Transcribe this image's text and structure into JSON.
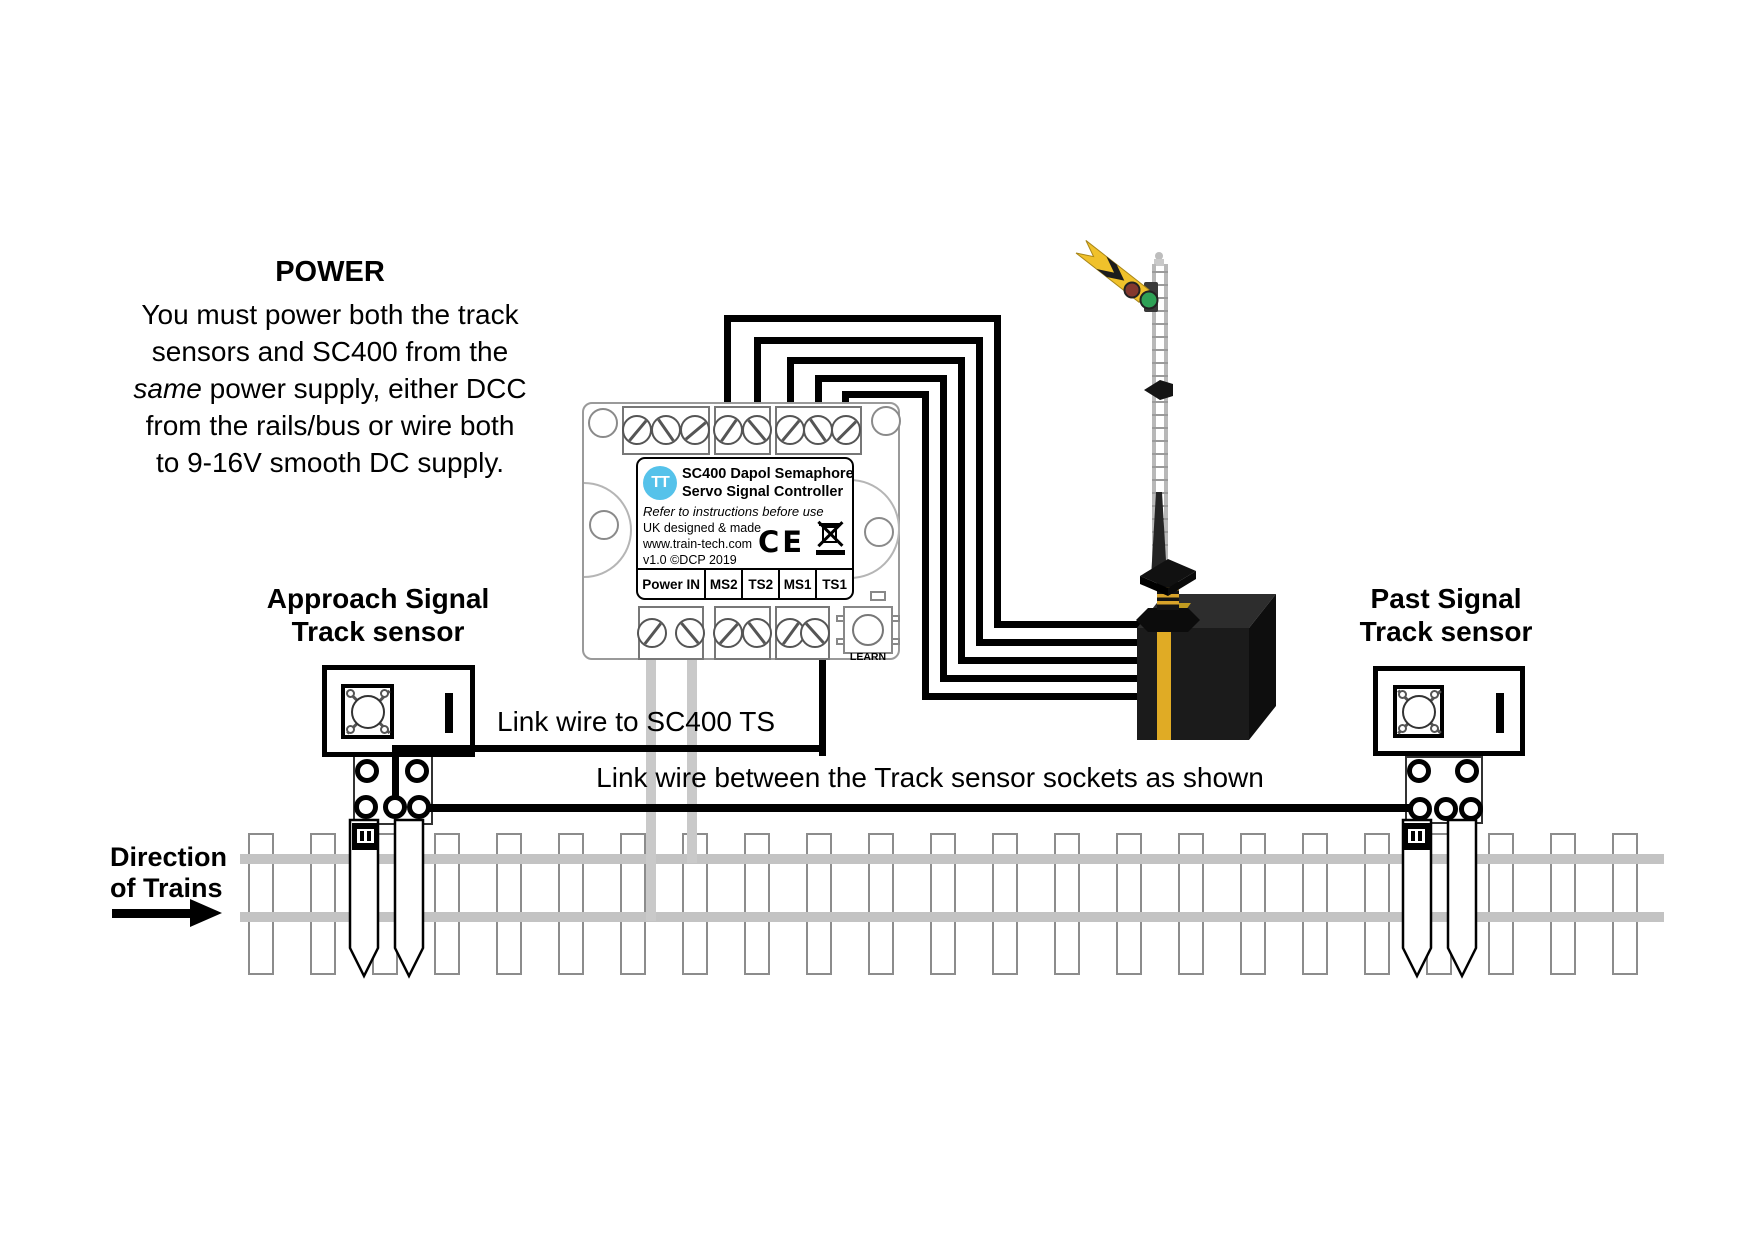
{
  "power_note": {
    "title": "POWER",
    "line1": "You must power both the track",
    "line2": "sensors and SC400 from the",
    "line3_italic": "same",
    "line3_rest": " power supply, either DCC",
    "line4": "from the rails/bus or wire both",
    "line5": "to 9-16V smooth DC supply."
  },
  "controller": {
    "logo_text": "TT",
    "title_line1": "SC400 Dapol Semaphore",
    "title_line2": "Servo Signal Controller",
    "instruction_line": "Refer to instructions before use",
    "origin_line": "UK designed & made",
    "website_line": "www.train-tech.com",
    "version_line": "v1.0 ©DCP 2019",
    "ce_mark": "CE",
    "terminals": [
      "Power IN",
      "MS2",
      "TS2",
      "MS1",
      "TS1"
    ],
    "learn_label": "LEARN"
  },
  "labels": {
    "approach_line1": "Approach Signal",
    "approach_line2": "Track sensor",
    "past_line1": "Past Signal",
    "past_line2": "Track sensor",
    "link_ts": "Link wire to SC400 TS",
    "link_between": "Link wire between the Track sensor sockets as shown",
    "direction_line1": "Direction",
    "direction_line2": "of Trains"
  },
  "colors": {
    "wire_black": "#000000",
    "wire_gray": "#c9c9c9",
    "rail_gray": "#c3c3c3",
    "signal_arm_yellow": "#f0c12b",
    "lens_green": "#2ea156",
    "lens_red": "#84382e",
    "logo_blue": "#55c2ea"
  }
}
